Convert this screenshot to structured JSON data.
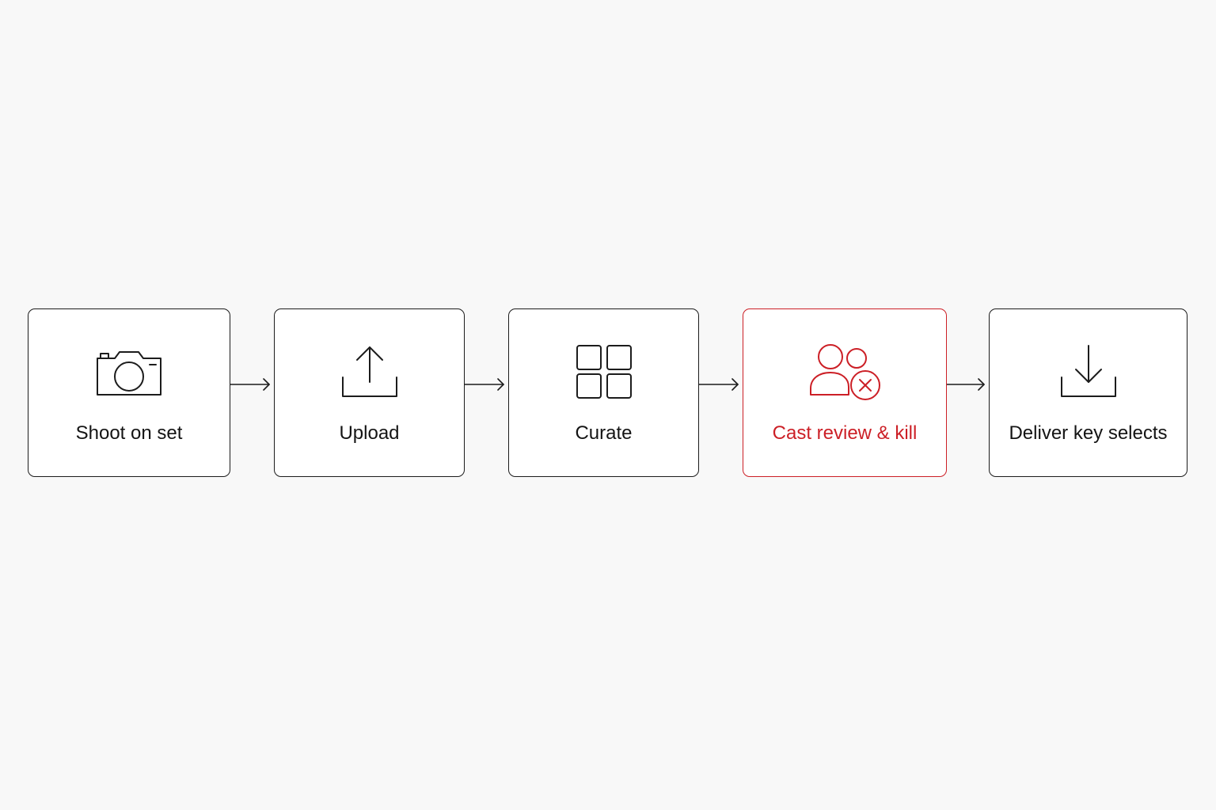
{
  "flow": {
    "steps": [
      {
        "label": "Shoot on set",
        "icon": "camera-icon"
      },
      {
        "label": "Upload",
        "icon": "upload-icon"
      },
      {
        "label": "Curate",
        "icon": "grid-icon"
      },
      {
        "label": "Cast review & kill",
        "icon": "people-reject-icon",
        "highlighted": true
      },
      {
        "label": "Deliver key selects",
        "icon": "download-icon"
      }
    ],
    "colors": {
      "stroke": "#1c1c1c",
      "text": "#141414",
      "accent": "#cc1f26",
      "background": "#f8f8f8",
      "card": "#ffffff"
    }
  }
}
